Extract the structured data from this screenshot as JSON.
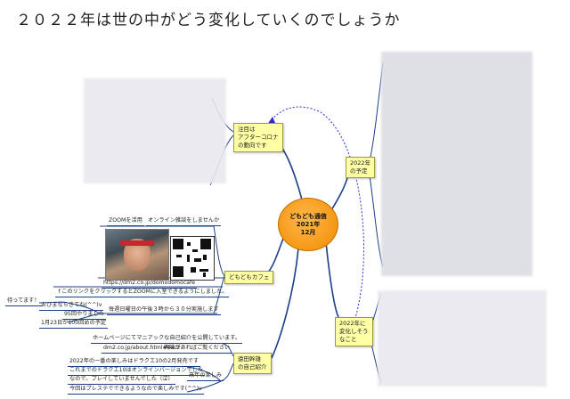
{
  "page_title": "２０２２年は世の中がどう変化していくのでしょうか",
  "center": {
    "line1": "どもども通信",
    "line2": "2021年",
    "line3": "12月"
  },
  "topics": {
    "attention": [
      "注目は",
      "アフターコロナ",
      "の動向です"
    ],
    "plan2022": [
      "2022年",
      "の予定"
    ],
    "cafe": [
      "どもどもカフェ"
    ],
    "intro": [
      "遠田幹雄",
      "の自己紹介"
    ],
    "change2022": [
      "2022年に",
      "変化しそう",
      "なこと"
    ]
  },
  "cafe_branch": {
    "zoom": "ZOOMを活用",
    "online_chat": "オンライン雑談をしませんか",
    "url": "https://dm2.co.jp/domodomocafe",
    "link_note": "↑このリンクをクリックするとZOOMに入室できるようにしました。",
    "waiting": "待ってます！",
    "drop_in": "おひまならきてね(^^)v",
    "count": "95回やりました",
    "schedule": "毎週日曜日の午後３時から３０分実施します",
    "centennial": "1月23日が100回めの予定"
  },
  "intro_branch": {
    "homepage": "ホームページにてマニアックな自己紹介を公開しています。",
    "about_url": "dm2.co.jp/about.html#sec2",
    "interest": "興味があればご覧ください",
    "next_label": "来年の楽しみ",
    "dq_release": "2022年の一番の楽しみはドラクエ10の2月発売です",
    "dq_online": "これまでのドラクエ10はオンラインバージョンでした",
    "not_played": "なので、プレイしていませんでした（泣）",
    "ps_next": "今回はプレステでできるようなので楽しみです(^^)v"
  },
  "colors": {
    "center_fill": "#f08a00",
    "topic_fill": "#ffffa6",
    "edge": "#1c3f88"
  }
}
